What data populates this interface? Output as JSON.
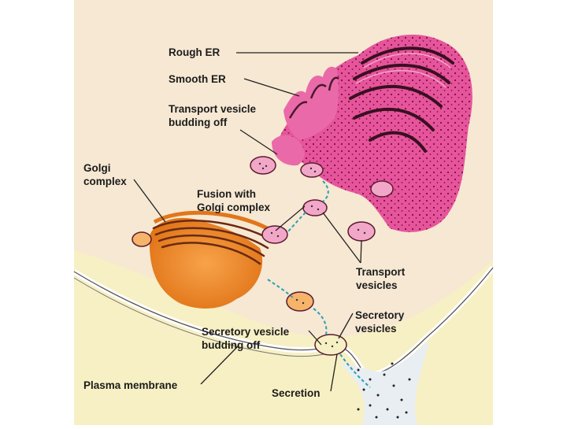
{
  "diagram": {
    "colors": {
      "background": "#f6e8d2",
      "cytoplasm": "#f7f0c4",
      "rough_er": "#e6559c",
      "golgi": "#f08a2a",
      "membrane": "#ffffff",
      "arrow": "#2aa0b8",
      "text": "#1c1c1c"
    },
    "labels": {
      "rough_er": "Rough ER",
      "smooth_er": "Smooth ER",
      "transport_budding_1": "Transport vesicle",
      "transport_budding_2": "budding off",
      "golgi_1": "Golgi",
      "golgi_2": "complex",
      "fusion_1": "Fusion with",
      "fusion_2": "Golgi complex",
      "transport_1": "Transport",
      "transport_2": "vesicles",
      "secretory_1": "Secretory",
      "secretory_2": "vesicles",
      "secretory_budding_1": "Secretory vesicle",
      "secretory_budding_2": "budding off",
      "plasma_membrane": "Plasma membrane",
      "secretion": "Secretion"
    }
  }
}
